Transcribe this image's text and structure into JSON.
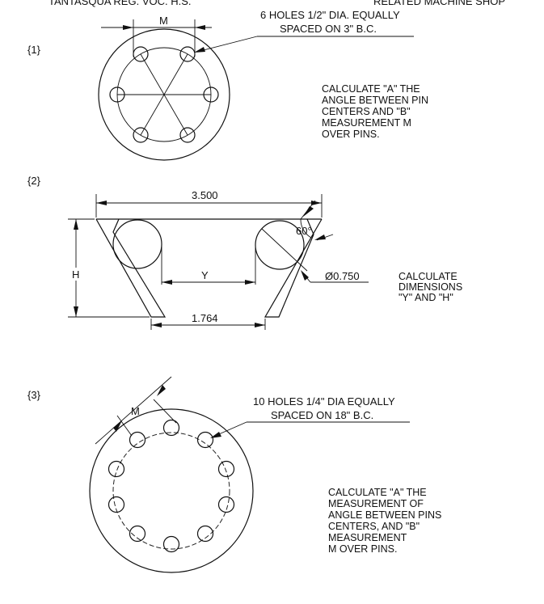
{
  "header": {
    "left": "TANTASQUA REG. VOC. H.S.",
    "right": "RELATED MACHINE SHOP"
  },
  "problem1": {
    "number": "{1}",
    "callout_line1": "6 HOLES 1/2\" DIA. EQUALLY",
    "callout_line2": "SPACED ON 3\" B.C.",
    "dim_label": "M",
    "instructions": [
      "CALCULATE \"A\" THE",
      "ANGLE BETWEEN PIN",
      "CENTERS AND \"B\"",
      "MEASUREMENT M",
      "OVER PINS."
    ]
  },
  "problem2": {
    "number": "{2}",
    "top_dim": "3.500",
    "angle": "60°",
    "y_label": "Y",
    "h_label": "H",
    "pin_dia": "Ø0.750",
    "bottom_dim": "1.764",
    "instructions": [
      "CALCULATE",
      "DIMENSIONS",
      "\"Y\" AND \"H\""
    ]
  },
  "problem3": {
    "number": "{3}",
    "callout_line1": "10 HOLES 1/4\" DIA EQUALLY",
    "callout_line2": "SPACED ON 18\" B.C.",
    "dim_label": "M",
    "instructions": [
      "CALCULATE \"A\" THE",
      "MEASUREMENT OF",
      "ANGLE BETWEEN PINS",
      "CENTERS, AND \"B\"",
      "MEASUREMENT",
      "M OVER PINS."
    ]
  }
}
